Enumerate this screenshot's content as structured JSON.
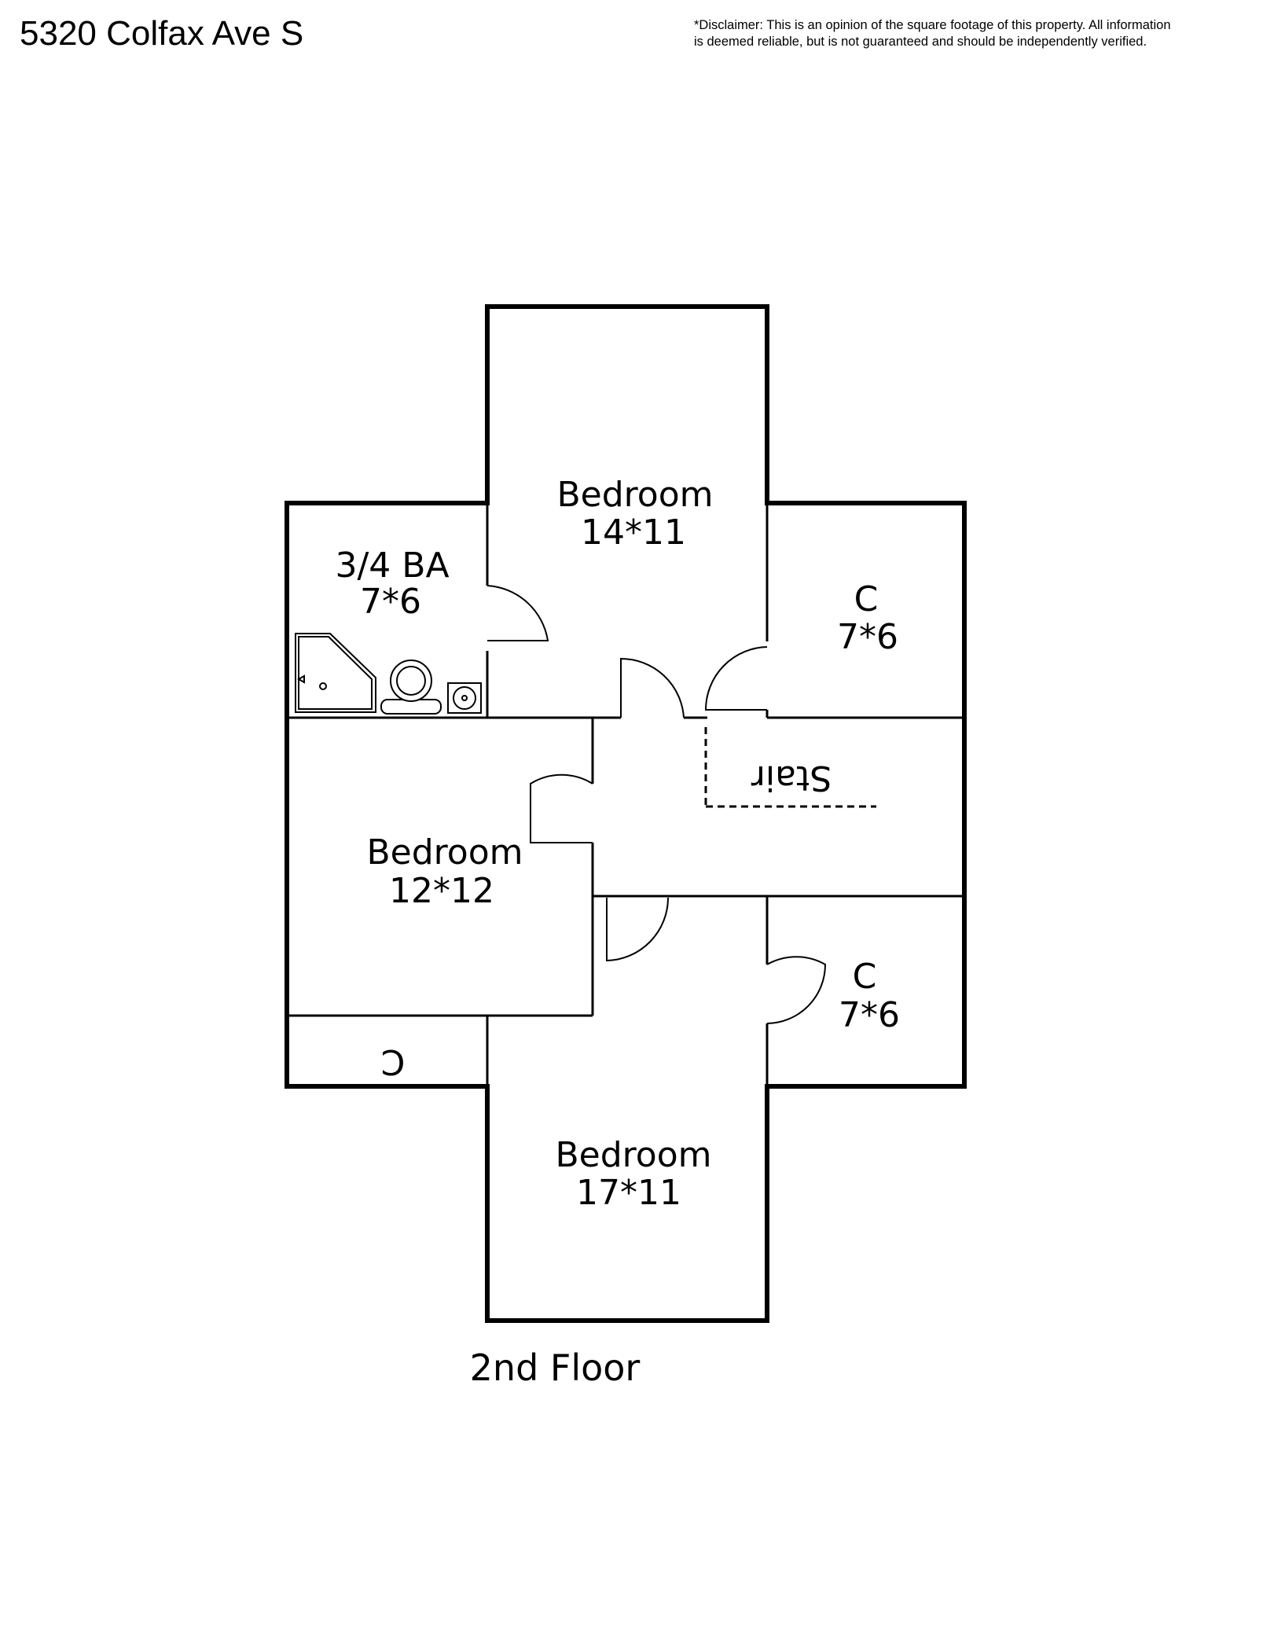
{
  "header": {
    "address": "5320 Colfax Ave S",
    "disclaimer_line1": "*Disclaimer: This is an opinion of the square footage of this property. All information",
    "disclaimer_line2": "is deemed reliable, but is not guaranteed and should be independently verified."
  },
  "rooms": {
    "bedroom_top": {
      "name": "Bedroom",
      "size": "14*11"
    },
    "bath": {
      "name": "3/4 BA",
      "size": "7*6"
    },
    "closet_upper_right": {
      "name": "C",
      "size": "7*6"
    },
    "stair": {
      "name": "Stair"
    },
    "bedroom_left": {
      "name": "Bedroom",
      "size": "12*12"
    },
    "closet_lower_right": {
      "name": "C",
      "size": "7*6"
    },
    "closet_left": {
      "name": "C"
    },
    "bedroom_bottom": {
      "name": "Bedroom",
      "size": "17*11"
    }
  },
  "floor_label": "2nd Floor"
}
